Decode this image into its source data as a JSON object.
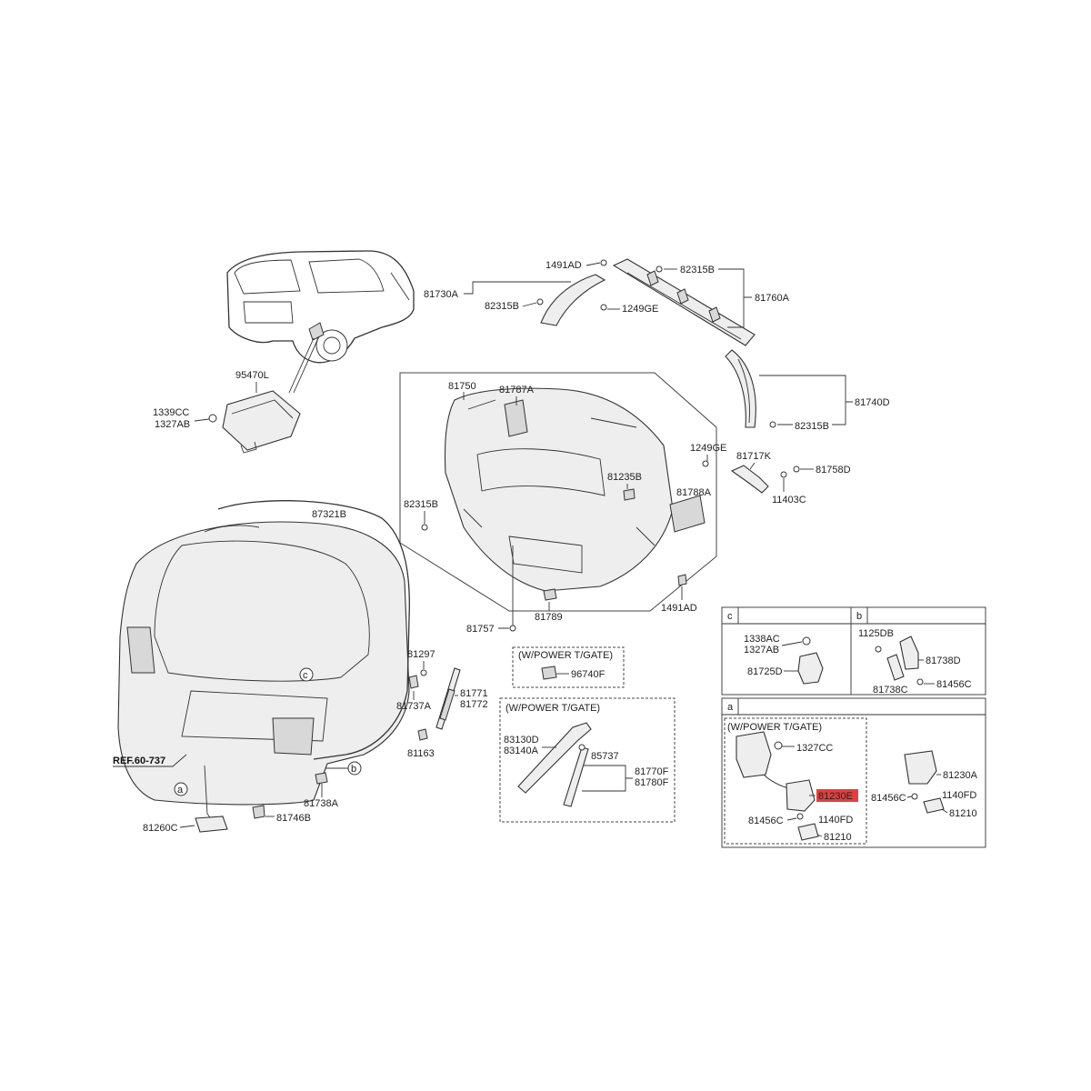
{
  "labels": {
    "p1491ad_top": "1491AD",
    "p82315b_top": "82315B",
    "p81730a": "81730A",
    "p82315b_left": "82315B",
    "p1249ge_top": "1249GE",
    "p81760a": "81760A",
    "p81740d": "81740D",
    "p82315b_right": "82315B",
    "p95470l": "95470L",
    "p1339cc": "1339CC",
    "p1327ab": "1327AB",
    "p81750": "81750",
    "p81787a": "81787A",
    "p1249ge_mid": "1249GE",
    "p81717k": "81717K",
    "p81758d": "81758D",
    "p11403c": "11403C",
    "p81235b": "81235B",
    "p81788a": "81788A",
    "p82315b_mid": "82315B",
    "p87321b": "87321B",
    "p1491ad_low": "1491AD",
    "p81757": "81757",
    "p81789": "81789",
    "p81297": "81297",
    "p81737a": "81737A",
    "p81771": "81771",
    "p81772": "81772",
    "p81163": "81163",
    "p96740f": "96740F",
    "p83130d": "83130D",
    "p83140a": "83140A",
    "p85737": "85737",
    "p81770f": "81770F",
    "p81780f": "81780F",
    "ref": "REF.60-737",
    "p81738a": "81738A",
    "p81746b": "81746B",
    "p81260c": "81260C",
    "power_tgate_1": "(W/POWER T/GATE)",
    "power_tgate_2": "(W/POWER T/GATE)",
    "power_tgate_3": "(W/POWER T/GATE)",
    "c_1338ac": "1338AC",
    "c_1327ab": "1327AB",
    "c_81725d": "81725D",
    "b_1125db": "1125DB",
    "b_81738d": "81738D",
    "b_81738c": "81738C",
    "b_81456c": "81456C",
    "a_1327cc": "1327CC",
    "a_81230e": "81230E",
    "a_81456c": "81456C",
    "a_1140fd": "1140FD",
    "a_81210": "81210",
    "a_81230a": "81230A",
    "a_81456c_r": "81456C",
    "a_1140fd_r": "1140FD",
    "a_81210_r": "81210"
  },
  "callouts": {
    "a": "a",
    "b": "b",
    "c": "c"
  },
  "highlight_color": "#e04040"
}
